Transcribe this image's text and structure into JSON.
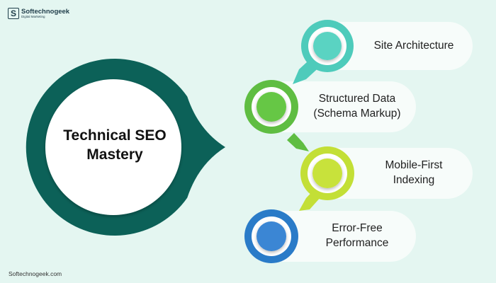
{
  "brand": {
    "name": "Softechnogeek",
    "tagline": "Digital Marketing",
    "logo_letter": "S"
  },
  "center": {
    "title_line1": "Technical SEO",
    "title_line2": "Mastery",
    "ring_color": "#0c6158"
  },
  "items": [
    {
      "label_line1": "Site Architecture",
      "label_line2": "",
      "color": "#4ecbbb",
      "light": "#5ad3c2",
      "dark": "#3fb9aa"
    },
    {
      "label_line1": "Structured Data",
      "label_line2": "(Schema Markup)",
      "color": "#5fbd42",
      "light": "#66c744",
      "dark": "#52ad38"
    },
    {
      "label_line1": "Mobile-First",
      "label_line2": "Indexing",
      "color": "#c3df36",
      "light": "#c8e23a",
      "dark": "#b4d02e"
    },
    {
      "label_line1": "Error-Free",
      "label_line2": "Performance",
      "color": "#2a7bc8",
      "light": "#3a86d4",
      "dark": "#2a72bd"
    }
  ],
  "footer": {
    "text": "Softechnogeek.com"
  }
}
